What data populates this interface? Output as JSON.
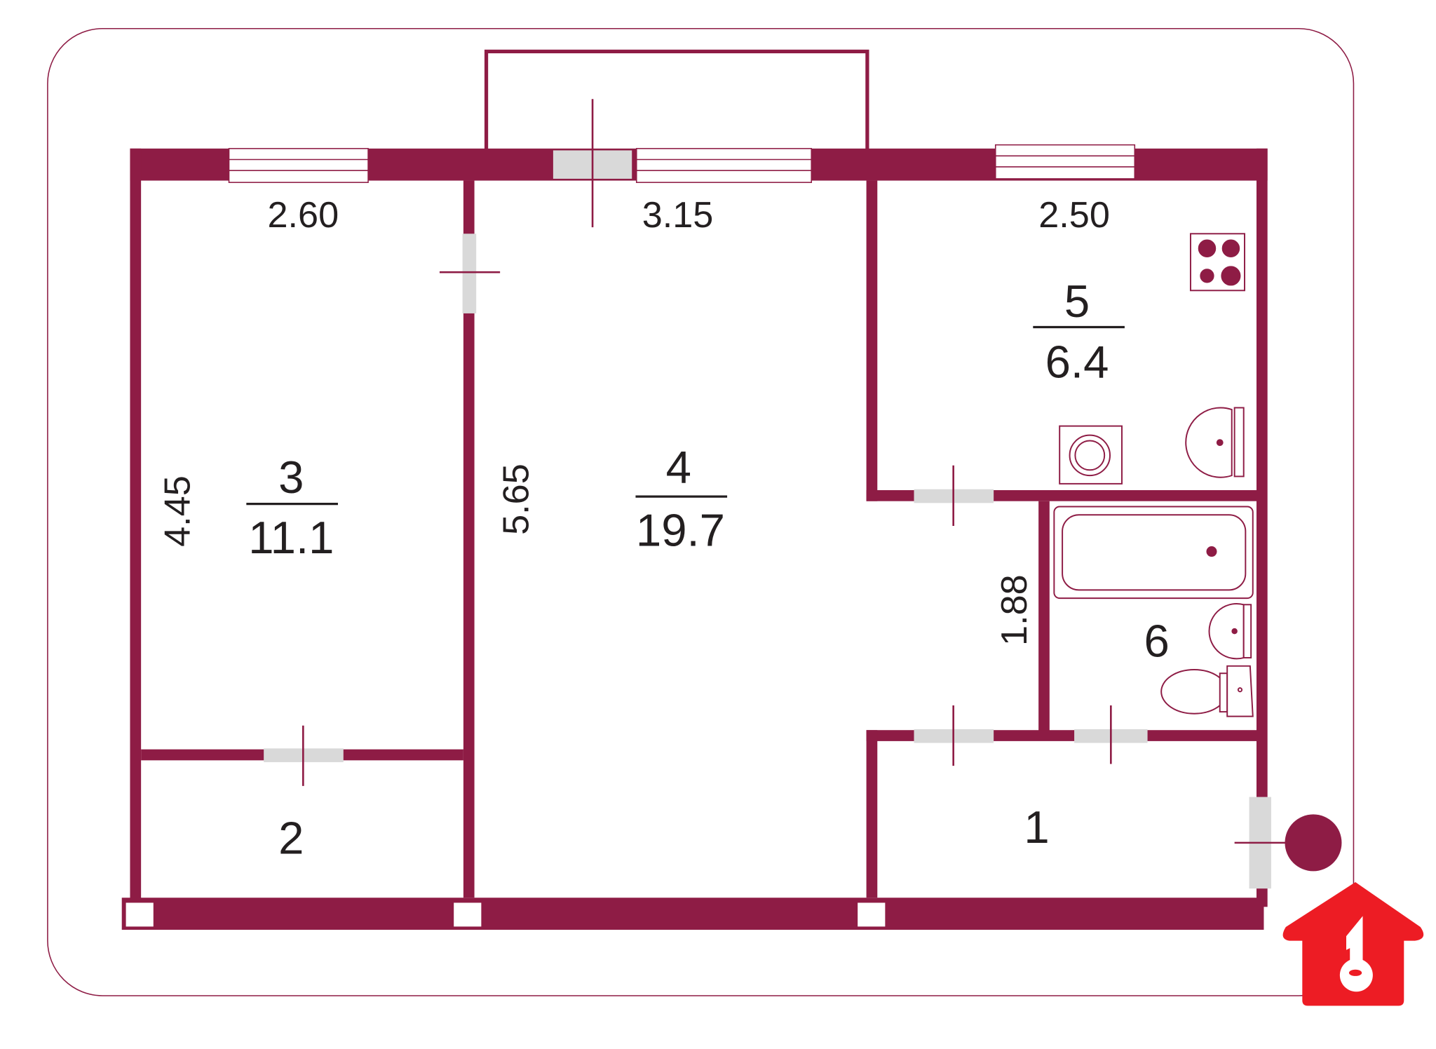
{
  "colors": {
    "wall": "#8e1c45",
    "door": "#d9d9d9",
    "logo": "#ed1c24",
    "text": "#231f20"
  },
  "dimensions": {
    "room3_width": "2.60",
    "room4_width": "3.15",
    "room5_width": "2.50",
    "room3_length": "4.45",
    "room4_length": "5.65",
    "corridor_length": "1.88"
  },
  "rooms": {
    "r1": {
      "number": "1"
    },
    "r2": {
      "number": "2"
    },
    "r3": {
      "number": "3",
      "area": "11.1"
    },
    "r4": {
      "number": "4",
      "area": "19.7"
    },
    "r5": {
      "number": "5",
      "area": "6.4"
    },
    "r6": {
      "number": "6"
    }
  },
  "icons": [
    "stove-icon",
    "washing-machine-icon",
    "sink-icon",
    "bathtub-icon",
    "toilet-icon",
    "entrance-marker-icon",
    "logo-house-key-icon"
  ]
}
